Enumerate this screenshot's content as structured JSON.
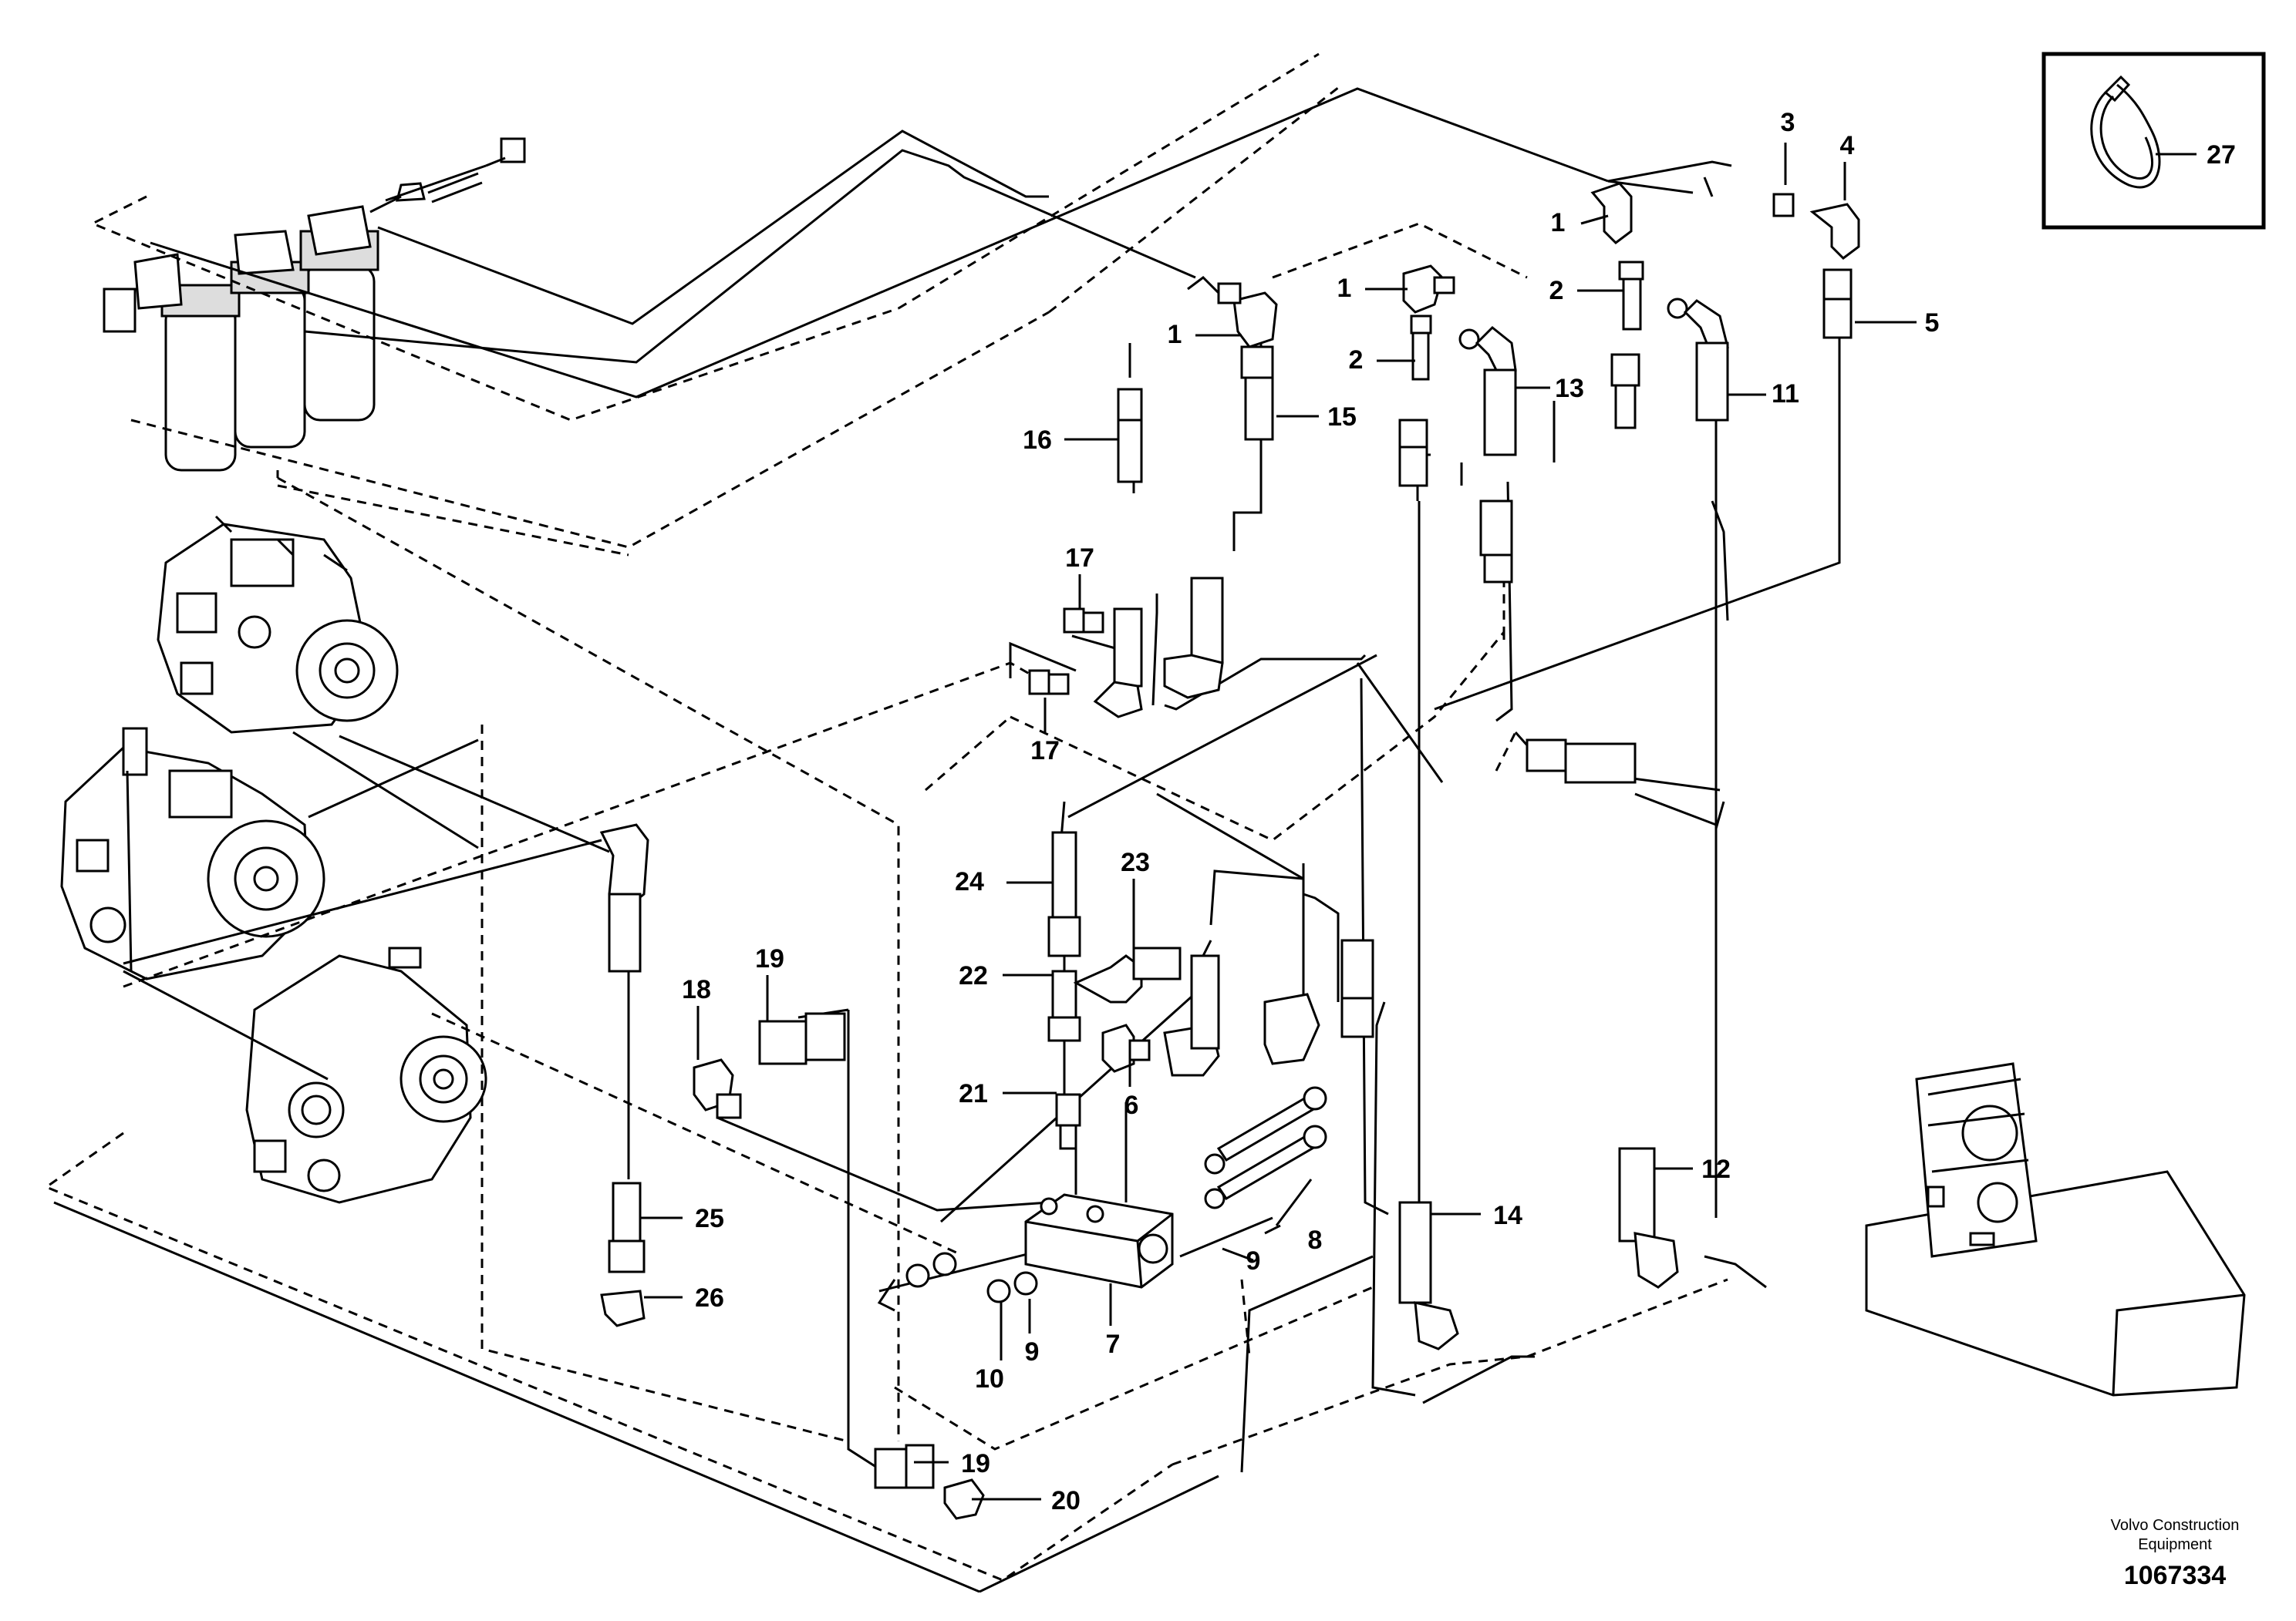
{
  "callouts": [
    "1",
    "1",
    "1",
    "2",
    "2",
    "3",
    "4",
    "5",
    "11",
    "13",
    "15",
    "16",
    "17",
    "17",
    "24",
    "23",
    "22",
    "21",
    "6",
    "18",
    "19",
    "12",
    "14",
    "25",
    "26",
    "8",
    "9",
    "9",
    "10",
    "7",
    "19",
    "20",
    "27"
  ],
  "footer": {
    "caption_line1": "Volvo Construction",
    "caption_line2": "Equipment",
    "code": "1067334"
  }
}
